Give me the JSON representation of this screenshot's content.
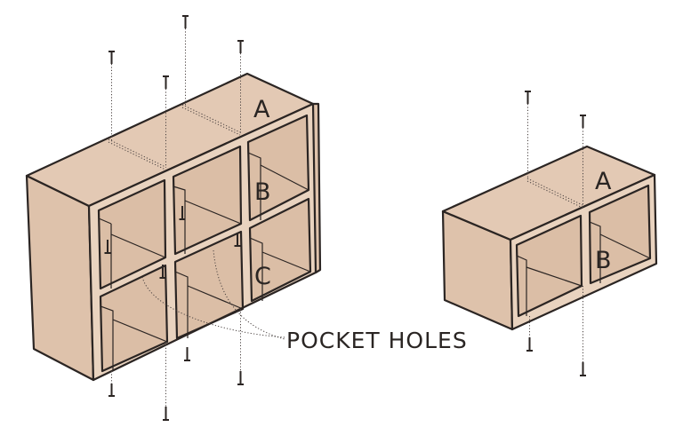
{
  "labels": {
    "large_a": "A",
    "large_b": "B",
    "large_c": "C",
    "small_a": "A",
    "small_b": "B",
    "pocket_holes": "POCKET HOLES"
  }
}
